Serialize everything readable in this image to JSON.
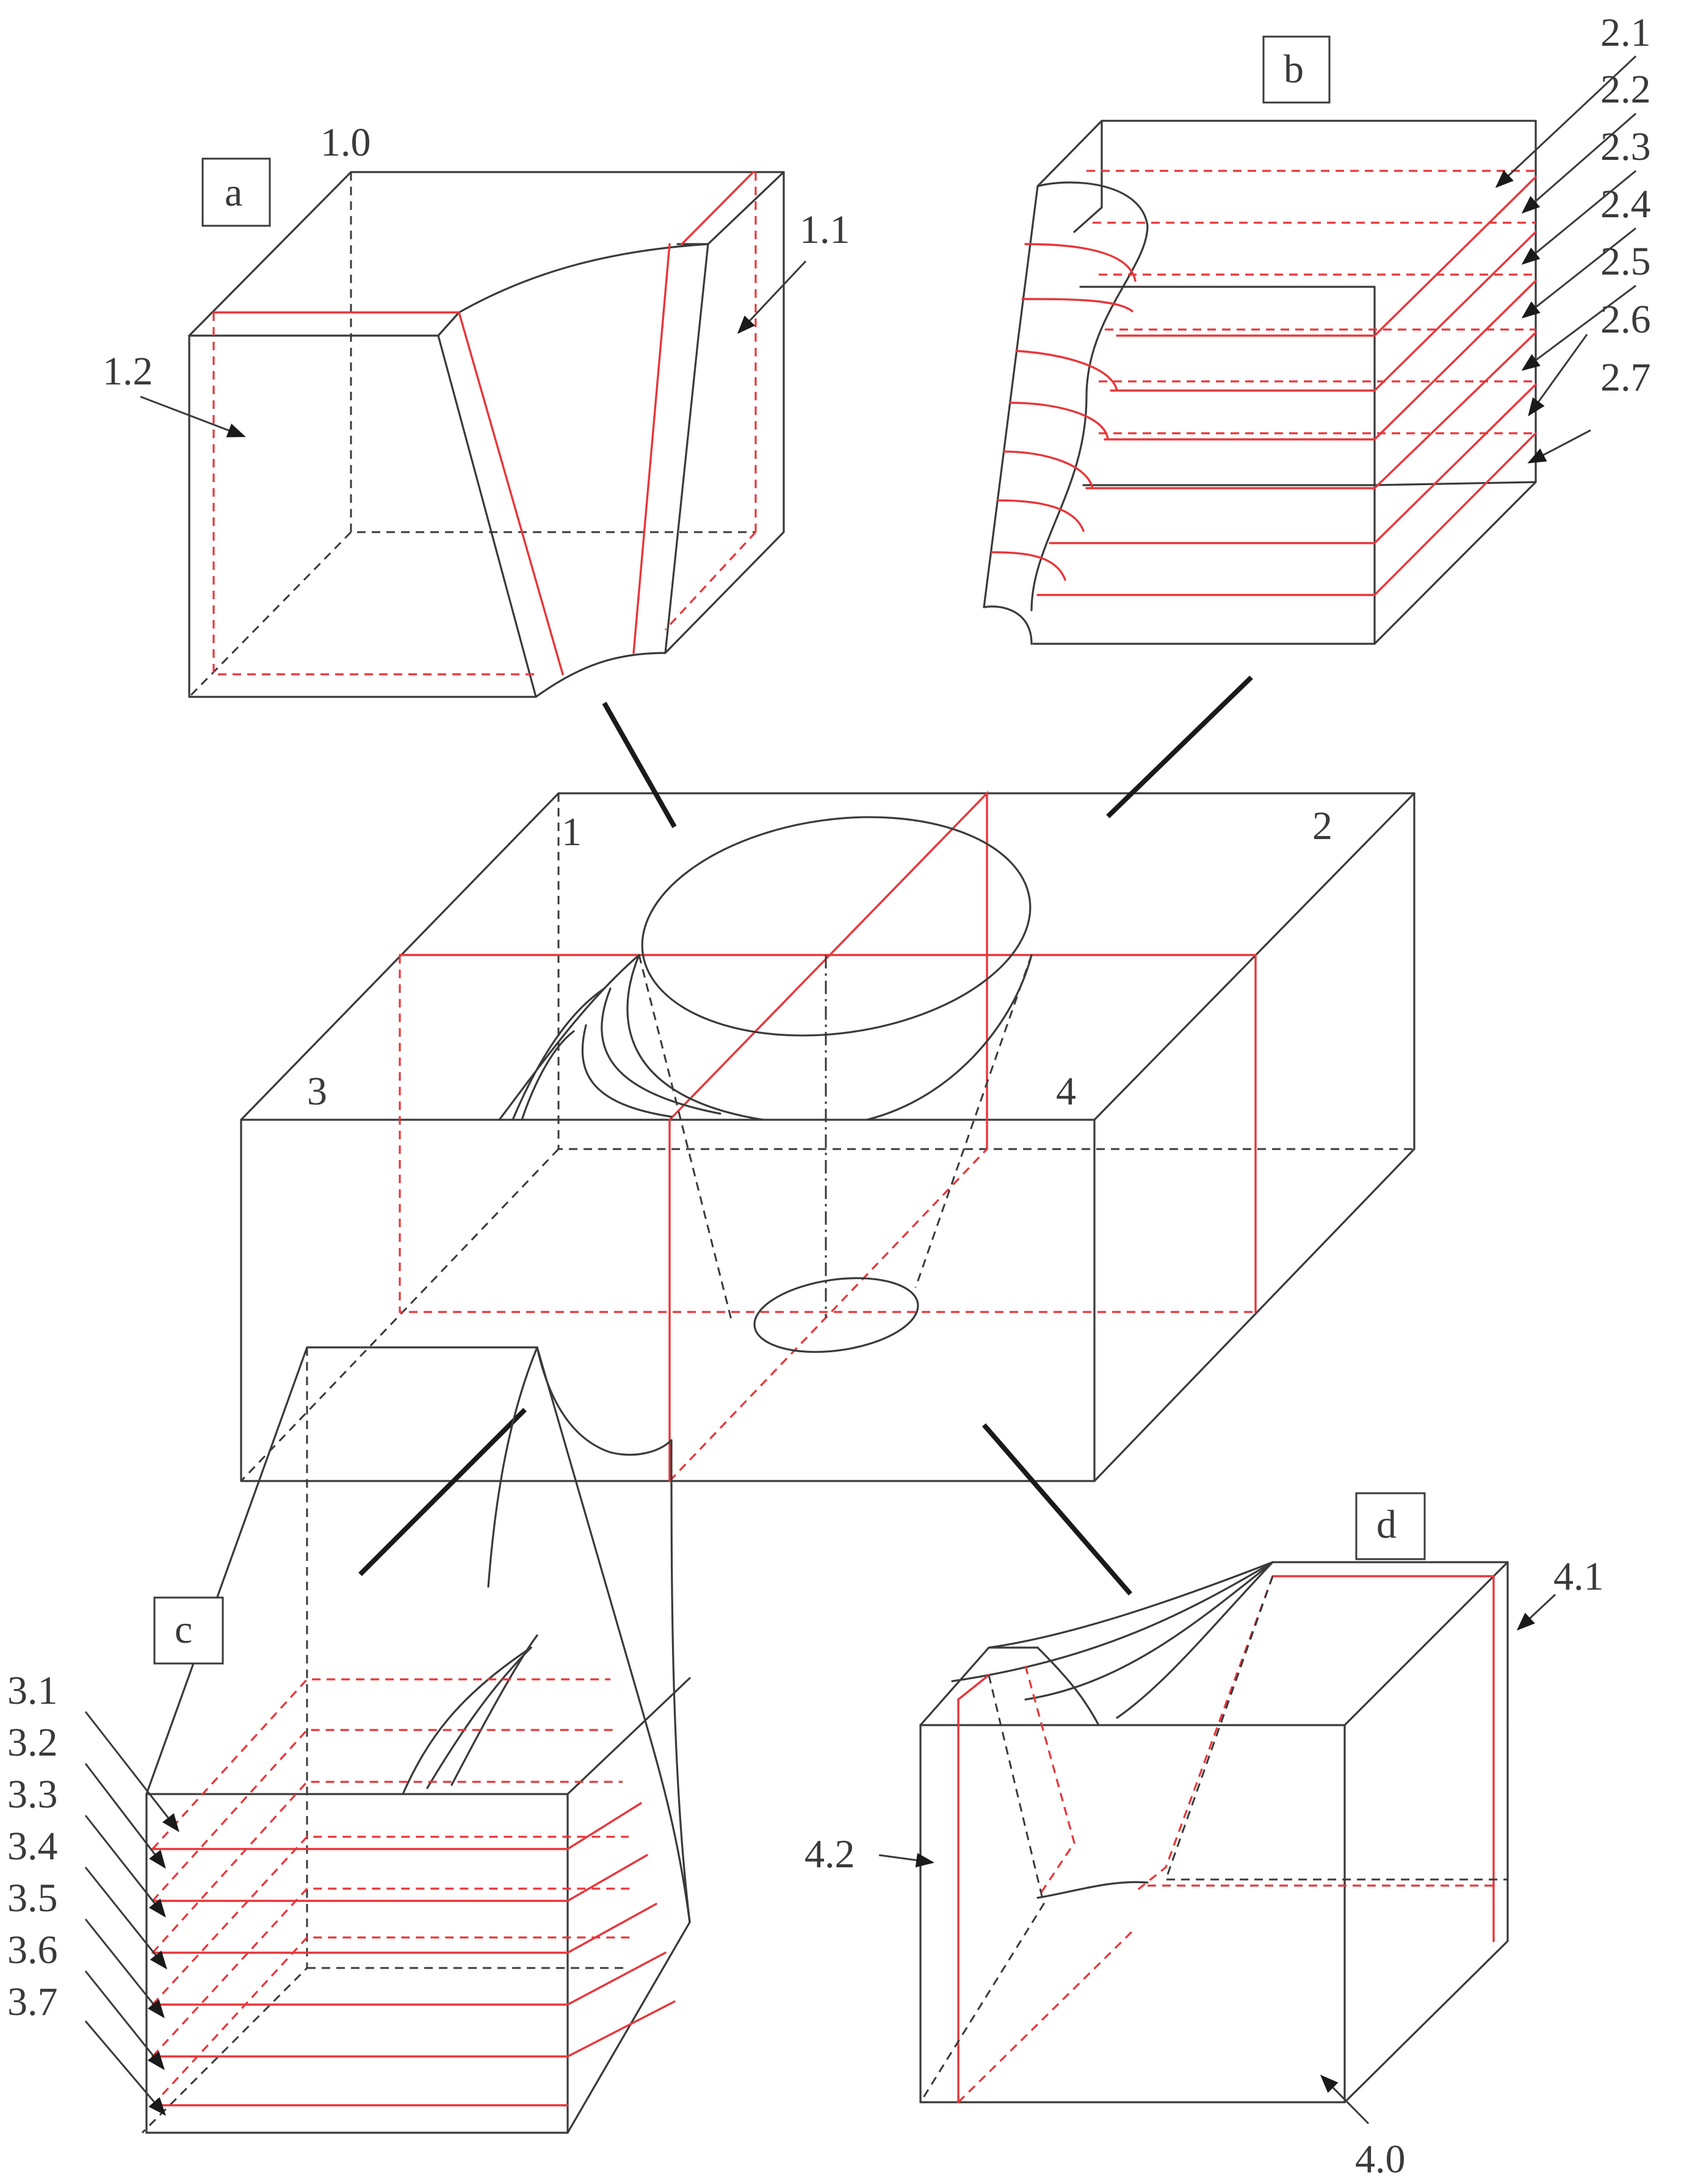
{
  "panels": {
    "a": {
      "label": "a",
      "callouts": [
        "1.0",
        "1.1",
        "1.2"
      ]
    },
    "b": {
      "label": "b",
      "callouts": [
        "2.1",
        "2.2",
        "2.3",
        "2.4",
        "2.5",
        "2.6",
        "2.7"
      ]
    },
    "c": {
      "label": "c",
      "callouts": [
        "3.1",
        "3.2",
        "3.3",
        "3.4",
        "3.5",
        "3.6",
        "3.7"
      ]
    },
    "d": {
      "label": "d",
      "callouts": [
        "4.0",
        "4.1",
        "4.2"
      ]
    }
  },
  "central": {
    "quadrants": [
      "1",
      "2",
      "3",
      "4"
    ]
  },
  "colors": {
    "outline": "#3a3a3a",
    "cut_lines": "#e8363a",
    "connector": "#1a1a1a"
  }
}
